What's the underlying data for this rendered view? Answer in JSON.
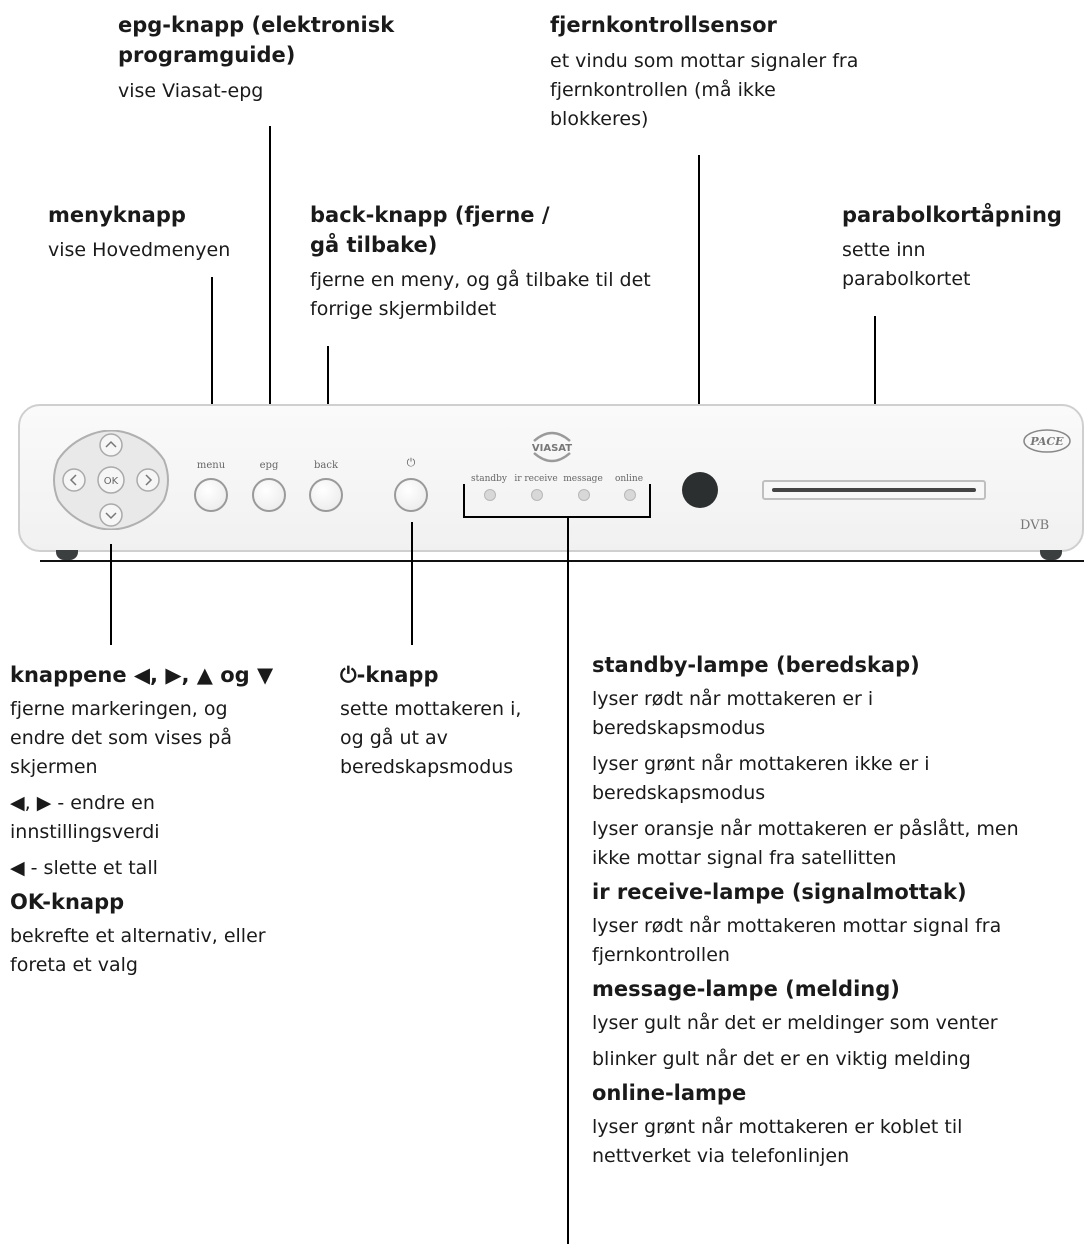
{
  "labels": {
    "epg": {
      "title": "epg-knapp (elektronisk programguide)",
      "desc": "vise Viasat-epg"
    },
    "sensor": {
      "title": "fjernkontrollsensor",
      "desc": "et vindu som mottar signaler fra fjernkontrollen (må ikke blokkeres)"
    },
    "menu": {
      "title": "menyknapp",
      "desc": "vise Hovedmenyen"
    },
    "back": {
      "title": "back-knapp (fjerne / gå tilbake)",
      "desc": "fjerne en meny, og gå tilbake til det forrige skjermbildet"
    },
    "card": {
      "title": "parabolkortåpning",
      "desc": "sette inn parabolkortet"
    },
    "arrows": {
      "title": "knappene ◀, ▶, ▲ og ▼",
      "desc1": "fjerne markeringen, og endre det som vises på skjermen",
      "desc2": "◀, ▶ - endre en innstillingsverdi",
      "desc3": "◀ - slette et tall",
      "ok_title": "OK-knapp",
      "ok_desc": "bekrefte et alternativ, eller foreta et valg"
    },
    "power": {
      "title": "⏻-knapp",
      "desc": "sette mottakeren i, og gå ut av beredskapsmodus"
    },
    "lamps": {
      "standby_title": "standby-lampe (beredskap)",
      "standby_d1": "lyser rødt når mottakeren er i beredskapsmodus",
      "standby_d2": "lyser grønt når mottakeren ikke er i beredskapsmodus",
      "standby_d3": "lyser oransje når mottakeren er påslått, men ikke mottar signal fra satellitten",
      "ir_title": "ir receive-lampe (signalmottak)",
      "ir_d1": "lyser rødt når mottakeren mottar signal fra fjernkontrollen",
      "msg_title": "message-lampe (melding)",
      "msg_d1": "lyser gult når det er meldinger som venter",
      "msg_d2": "blinker gult når det er en viktig melding",
      "online_title": "online-lampe",
      "online_d1": "lyser grønt når mottakeren er koblet til nettverket via telefonlinjen"
    }
  },
  "device": {
    "ok": "OK",
    "menu": "menu",
    "epg": "epg",
    "back": "back",
    "power_symbol": "⏻",
    "brand": "VIASAT",
    "maker": "PACE",
    "dvb": "DVB",
    "led_standby": "standby",
    "led_ir": "ir receive",
    "led_message": "message",
    "led_online": "online"
  }
}
